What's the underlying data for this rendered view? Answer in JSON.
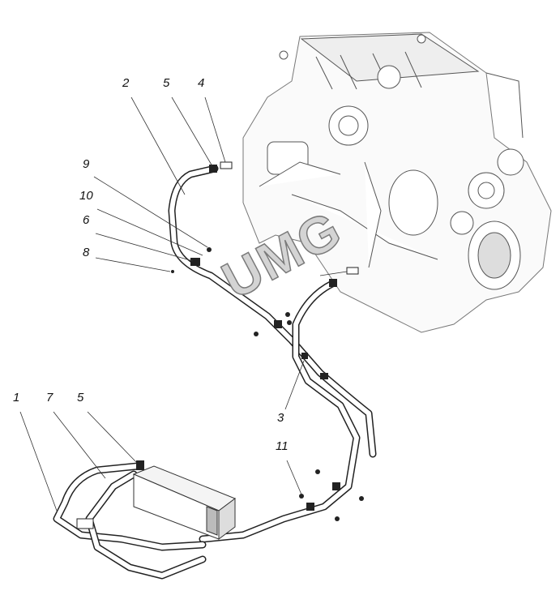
{
  "diagram": {
    "watermark": "UMG",
    "callouts": [
      {
        "id": "c2",
        "text": "2"
      },
      {
        "id": "c5a",
        "text": "5"
      },
      {
        "id": "c4",
        "text": "4"
      },
      {
        "id": "c9",
        "text": "9"
      },
      {
        "id": "c10",
        "text": "10"
      },
      {
        "id": "c6",
        "text": "6"
      },
      {
        "id": "c8",
        "text": "8"
      },
      {
        "id": "c3",
        "text": "3"
      },
      {
        "id": "c11",
        "text": "11"
      },
      {
        "id": "c1",
        "text": "1"
      },
      {
        "id": "c7",
        "text": "7"
      },
      {
        "id": "c5b",
        "text": "5"
      }
    ]
  }
}
